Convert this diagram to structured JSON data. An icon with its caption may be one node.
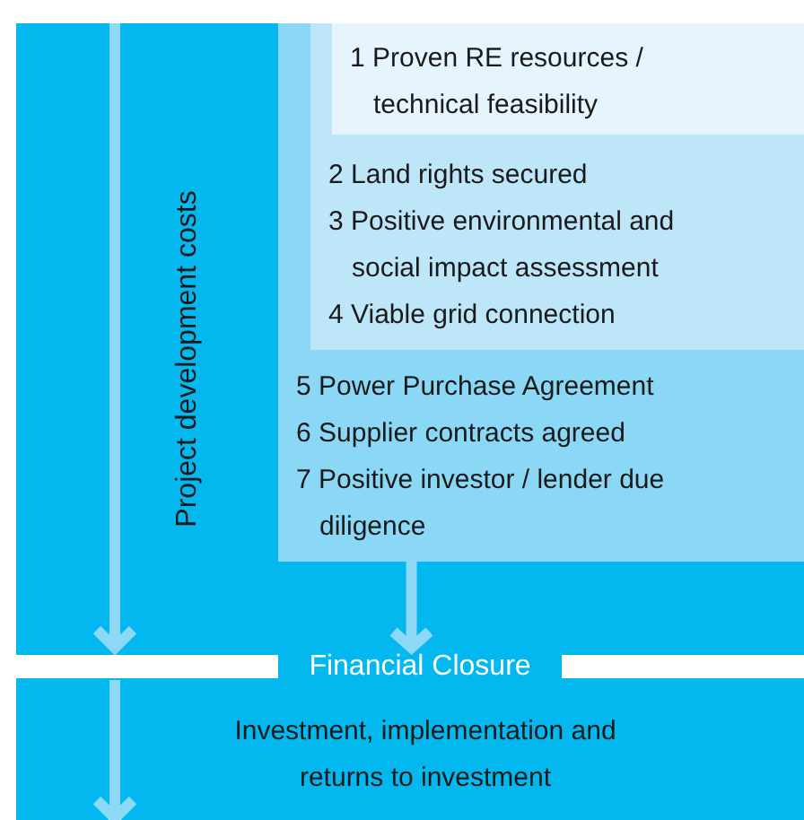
{
  "diagram": {
    "nodes": [
      {
        "text": [
          "Project development costs"
        ]
      },
      {
        "text": [
          "5 Power Purchase Agreement",
          "6 Supplier contracts agreed",
          "7 Positive investor / lender due diligence"
        ],
        "in": 0
      },
      {
        "text": [
          "2 Land rights secured",
          "3 Positive environmental and social impact assessment",
          "4 Viable grid connection"
        ],
        "in": 1
      },
      {
        "text": [
          "1 Proven RE resources / technical feasibility"
        ],
        "in": 2
      },
      {
        "text": [
          "Financial Closure"
        ]
      },
      {
        "text": [
          "Investment, implementation and returns to investment"
        ]
      }
    ],
    "edges": [
      {
        "from": 1,
        "to": 4,
        "arrow": "to"
      }
    ]
  }
}
